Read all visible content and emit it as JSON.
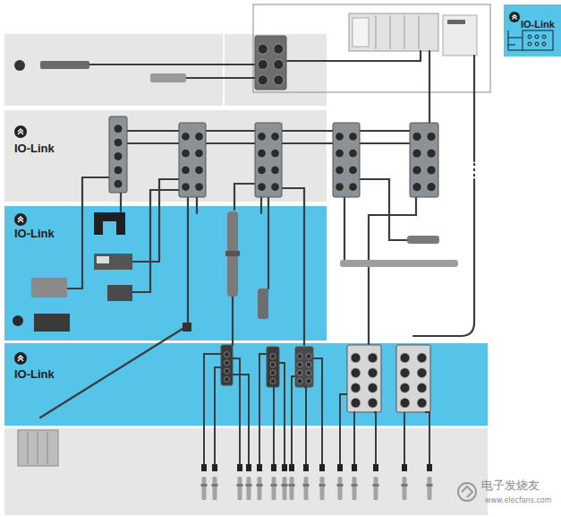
{
  "diagram": {
    "nodes": [
      {
        "text": [
          "IO-Link"
        ]
      },
      {
        "text": [
          "IO-Link"
        ]
      },
      {
        "text": [
          "IO-Link"
        ]
      },
      {
        "text": [
          "IO-Link"
        ]
      }
    ],
    "labels": [
      "电子发烧友",
      "www.elecfans.com"
    ]
  }
}
